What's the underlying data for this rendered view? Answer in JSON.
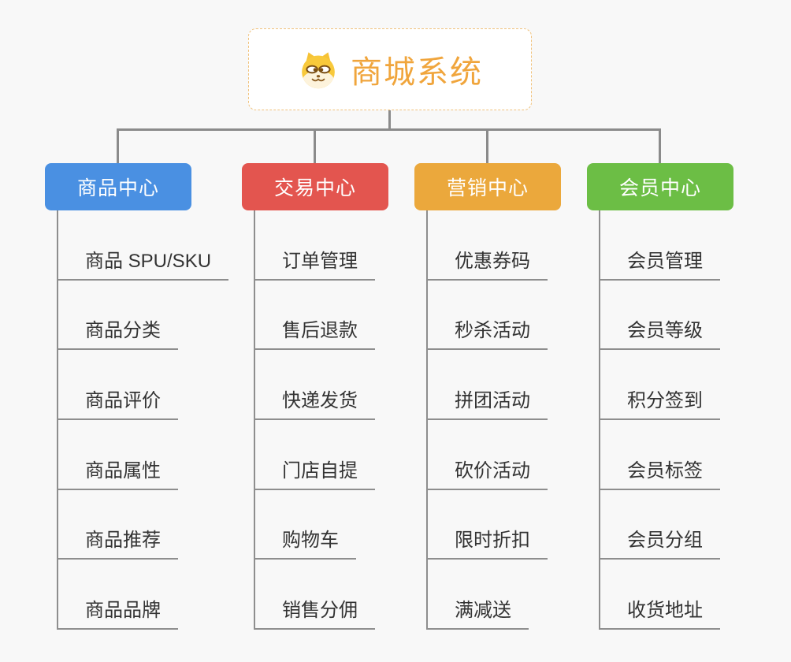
{
  "root": {
    "title": "商城系统",
    "icon": "shiba-dog-icon"
  },
  "colors": {
    "background": "#F8F8F8",
    "connector": "#8B8B8B",
    "item_line": "#8E8E8E",
    "item_text": "#333333",
    "root_text": "#F0A53C",
    "root_border": "#F0C27D",
    "root_background": "#FFFFFF",
    "header_text": "#FFFFFF"
  },
  "branches": [
    {
      "label": "商品中心",
      "color": "#4A90E2",
      "children": [
        "商品 SPU/SKU",
        "商品分类",
        "商品评价",
        "商品属性",
        "商品推荐",
        "商品品牌"
      ]
    },
    {
      "label": "交易中心",
      "color": "#E3554F",
      "children": [
        "订单管理",
        "售后退款",
        "快递发货",
        "门店自提",
        "购物车",
        "销售分佣"
      ]
    },
    {
      "label": "营销中心",
      "color": "#EBA83C",
      "children": [
        "优惠券码",
        "秒杀活动",
        "拼团活动",
        "砍价活动",
        "限时折扣",
        "满减送"
      ]
    },
    {
      "label": "会员中心",
      "color": "#6CBE45",
      "children": [
        "会员管理",
        "会员等级",
        "积分签到",
        "会员标签",
        "会员分组",
        "收货地址"
      ]
    }
  ]
}
